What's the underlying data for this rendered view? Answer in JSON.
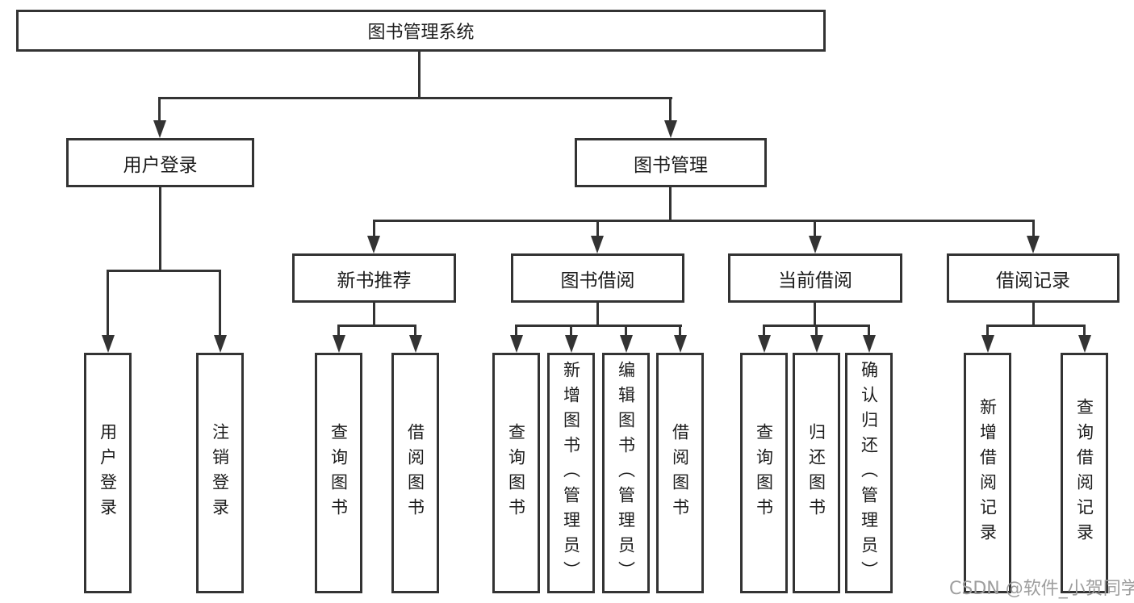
{
  "diagram": {
    "title": "图书管理系统",
    "root": {
      "label": "图书管理系统"
    },
    "level2": [
      {
        "label": "用户登录"
      },
      {
        "label": "图书管理"
      }
    ],
    "level3": [
      {
        "label": "新书推荐"
      },
      {
        "label": "图书借阅"
      },
      {
        "label": "当前借阅"
      },
      {
        "label": "借阅记录"
      }
    ],
    "leaves": {
      "user_login": [
        "用户登录",
        "注销登录"
      ],
      "new_book": [
        "查询图书",
        "借阅图书"
      ],
      "book_borrow": [
        "查询图书",
        "新增图书（管理员）",
        "编辑图书（管理员）",
        "借阅图书"
      ],
      "current_borrow": [
        "查询图书",
        "归还图书",
        "确认归还（管理员）"
      ],
      "borrow_records": [
        "新增借阅记录",
        "查询借阅记录"
      ]
    }
  },
  "watermark": {
    "text": "CSDN @软件_小贺同学"
  },
  "colors": {
    "line": "#333333",
    "text": "#1c1c1c",
    "watermark": "#9e9e9e",
    "background": "#ffffff"
  }
}
